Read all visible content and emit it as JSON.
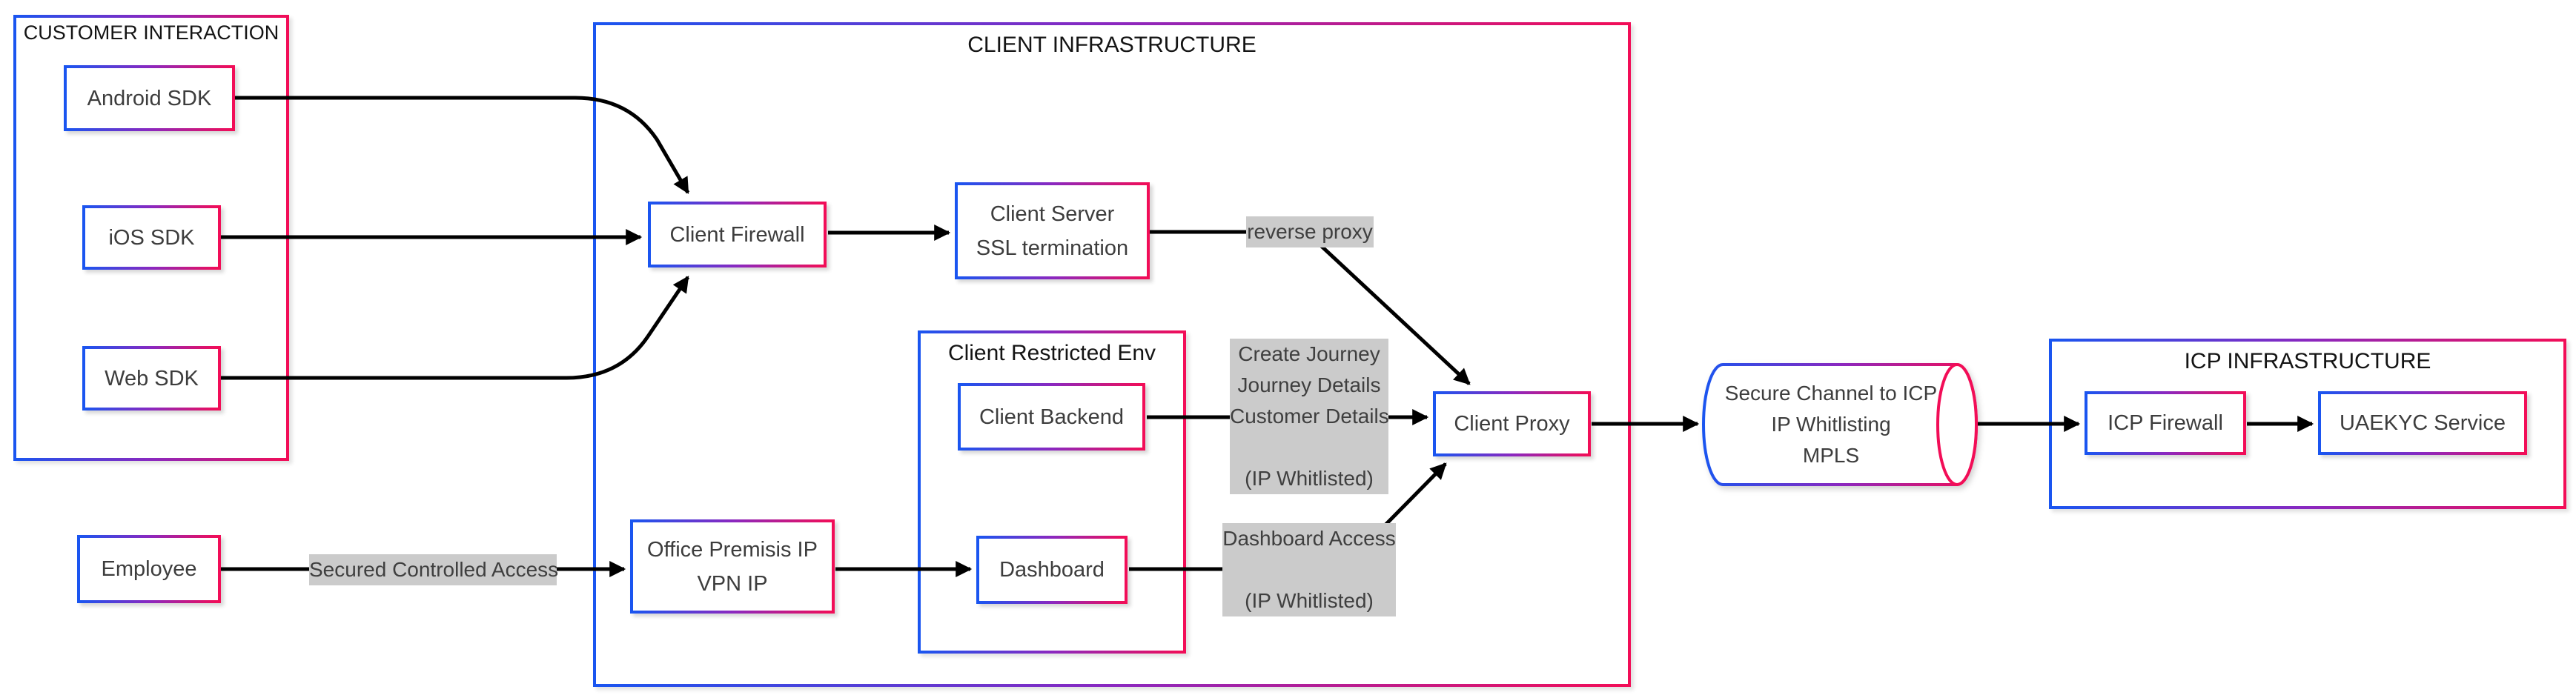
{
  "titles": {
    "customer_interaction": "CUSTOMER INTERACTION",
    "client_infrastructure": "CLIENT INFRASTRUCTURE",
    "client_restricted_env": "Client Restricted Env",
    "icp_infrastructure": "ICP INFRASTRUCTURE"
  },
  "nodes": {
    "android_sdk": "Android SDK",
    "ios_sdk": "iOS SDK",
    "web_sdk": "Web SDK",
    "employee": "Employee",
    "client_firewall": "Client Firewall",
    "client_server": [
      "Client Server",
      "SSL termination"
    ],
    "client_backend": "Client Backend",
    "dashboard": "Dashboard",
    "office_premisis": [
      "Office Premisis IP",
      "VPN IP"
    ],
    "client_proxy": "Client Proxy",
    "icp_firewall": "ICP Firewall",
    "uaekyc_service": "UAEKYC Service"
  },
  "cylinder": {
    "rows": [
      "Secure Channel to ICP",
      "IP Whitlisting",
      "MPLS"
    ]
  },
  "edge_labels": {
    "secured_controlled_access": "Secured Controlled Access",
    "reverse_proxy": "reverse proxy",
    "create_journey": {
      "rows": [
        "Create Journey",
        "Journey Details",
        "Customer Details",
        "",
        "(IP Whitlisted)"
      ]
    },
    "dashboard_access": {
      "rows": [
        "Dashboard Access",
        "",
        "(IP Whitlisted)"
      ]
    }
  },
  "colors": {
    "gradient_start": "#1a55f0",
    "gradient_mid": "#8a28c0",
    "gradient_end": "#f20d57",
    "arrow": "#000000",
    "label_bg": "#cbcbcb",
    "node_text": "#3d3d3d",
    "title_text": "#141414"
  }
}
